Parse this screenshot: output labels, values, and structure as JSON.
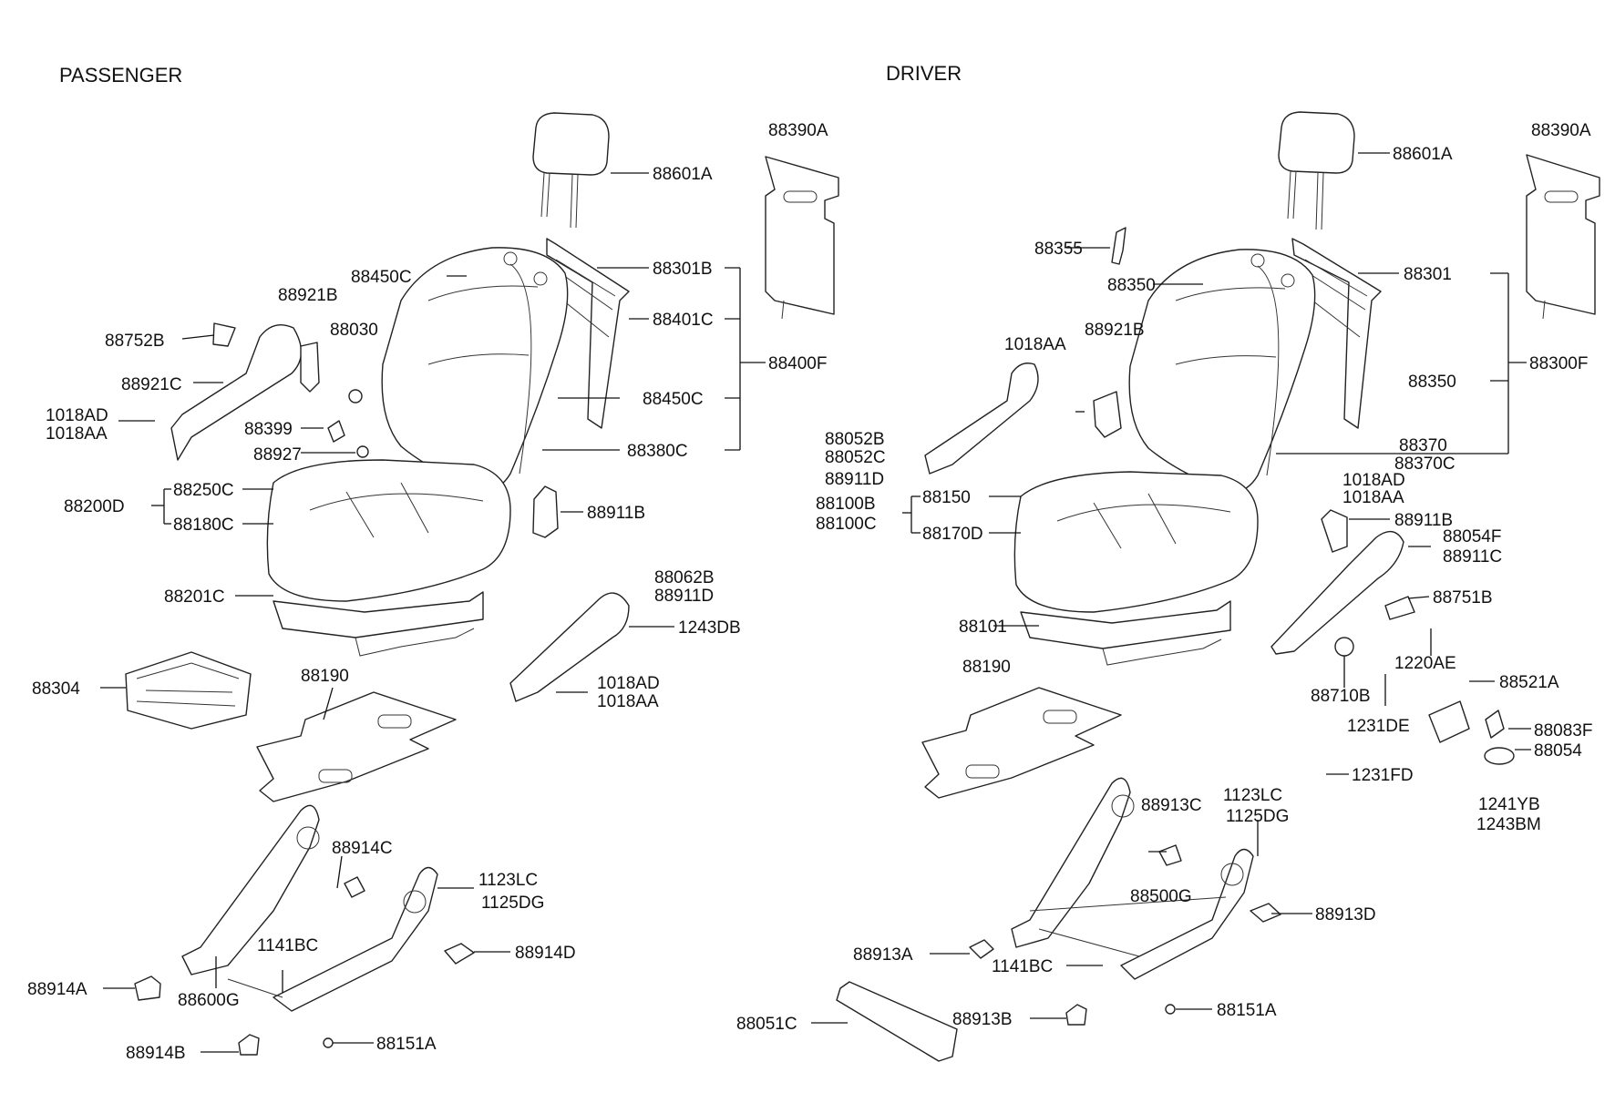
{
  "sections": {
    "passenger": "PASSENGER",
    "driver": "DRIVER"
  },
  "passenger_labels": {
    "p88601A": "88601A",
    "p88390A": "88390A",
    "p88450C_top": "88450C",
    "p88301B": "88301B",
    "p88921B": "88921B",
    "p88401C": "88401C",
    "p88030": "88030",
    "p88752B": "88752B",
    "p88400F": "88400F",
    "p88921C": "88921C",
    "p88450C": "88450C",
    "p1018AD_a": "1018AD",
    "p1018AA_a": "1018AA",
    "p88399": "88399",
    "p88927": "88927",
    "p88380C": "88380C",
    "p88250C": "88250C",
    "p88200D": "88200D",
    "p88180C": "88180C",
    "p88911B": "88911B",
    "p88201C": "88201C",
    "p88062B": "88062B",
    "p88911D": "88911D",
    "p1243DB": "1243DB",
    "p88304": "88304",
    "p88190": "88190",
    "p1018AD_b": "1018AD",
    "p1018AA_b": "1018AA",
    "p88914C": "88914C",
    "p1123LC": "1123LC",
    "p1125DG": "1125DG",
    "p1141BC": "1141BC",
    "p88914D": "88914D",
    "p88914A": "88914A",
    "p88600G": "88600G",
    "p88151A": "88151A",
    "p88914B": "88914B"
  },
  "driver_labels": {
    "d88390A": "88390A",
    "d88601A": "88601A",
    "d88355": "88355",
    "d88350_top": "88350",
    "d88301": "88301",
    "d1018AA_a": "1018AA",
    "d88921B": "88921B",
    "d88300F": "88300F",
    "d88350": "88350",
    "d88052B": "88052B",
    "d88052C": "88052C",
    "d88911D": "88911D",
    "d88370": "88370",
    "d88370C": "88370C",
    "d1018AD": "1018AD",
    "d1018AA_b": "1018AA",
    "d88150": "88150",
    "d88100B": "88100B",
    "d88100C": "88100C",
    "d88170D": "88170D",
    "d88911B": "88911B",
    "d88054F": "88054F",
    "d88911C": "88911C",
    "d88751B": "88751B",
    "d88101": "88101",
    "d1220AE": "1220AE",
    "d88190": "88190",
    "d88710B": "88710B",
    "d88521A": "88521A",
    "d1231DE": "1231DE",
    "d88083F": "88083F",
    "d88054": "88054",
    "d1231FD": "1231FD",
    "d1123LC": "1123LC",
    "d1125DG": "1125DG",
    "d1241YB": "1241YB",
    "d1243BM": "1243BM",
    "d88913C": "88913C",
    "d88500G": "88500G",
    "d88913D": "88913D",
    "d88913A": "88913A",
    "d1141BC": "1141BC",
    "d88913B": "88913B",
    "d88151A": "88151A",
    "d88051C": "88051C"
  }
}
